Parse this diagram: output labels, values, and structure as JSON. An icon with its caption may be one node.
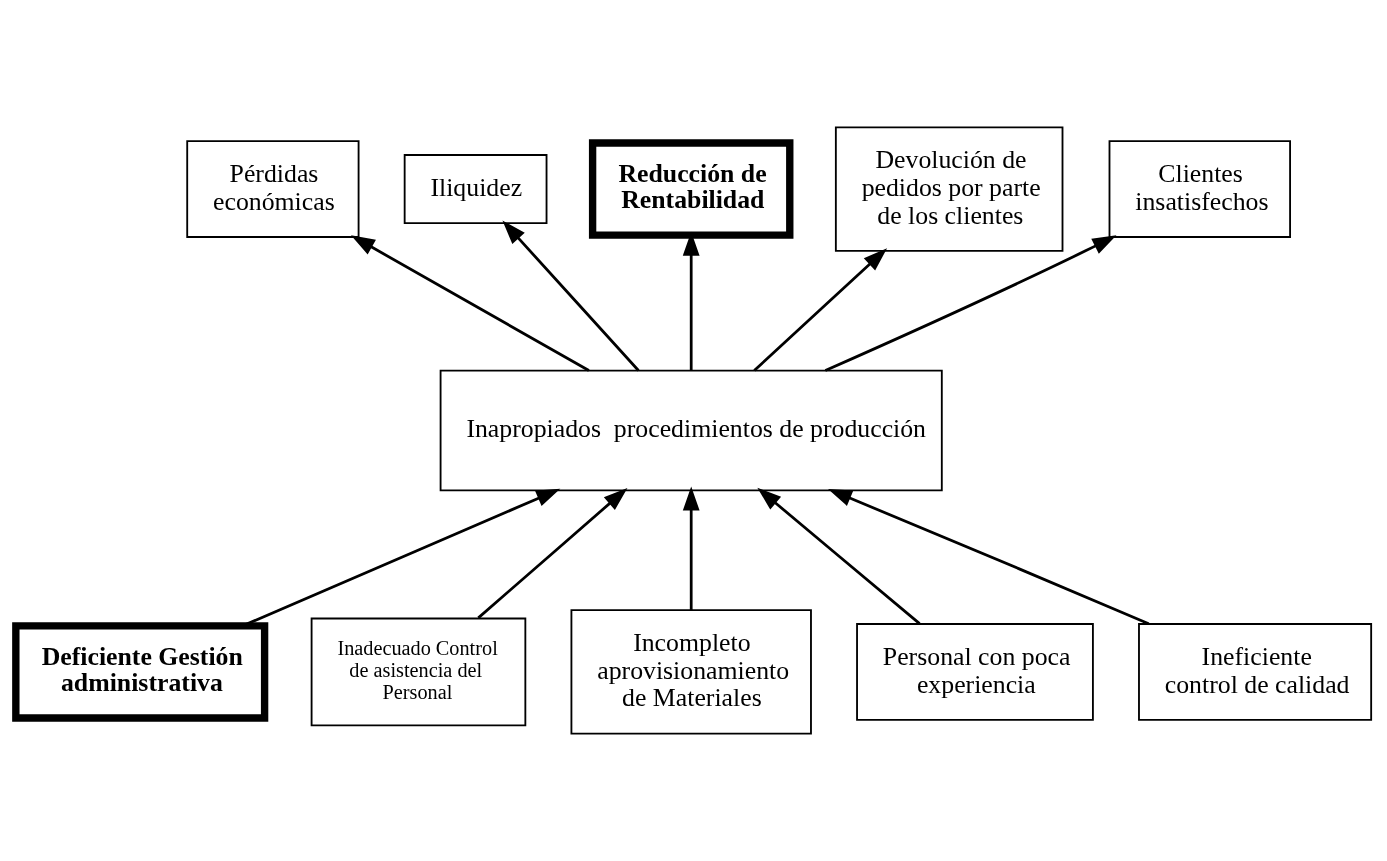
{
  "diagram": {
    "nodes": [
      {
        "text": [
          "Pérdidas económicas"
        ]
      },
      {
        "text": [
          "Iliquidez"
        ]
      },
      {
        "text": [
          "Reducción de Rentabilidad"
        ]
      },
      {
        "text": [
          "Devolución de pedidos por parte de los clientes"
        ]
      },
      {
        "text": [
          "Clientes insatisfechos"
        ]
      },
      {
        "text": [
          "Inapropiados  procedimientos de producción"
        ]
      },
      {
        "text": [
          "Deficiente Gestión administrativa"
        ]
      },
      {
        "text": [
          "Inadecuado Control de asistencia del Personal"
        ]
      },
      {
        "text": [
          "Incompleto aprovisionamiento de Materiales"
        ]
      },
      {
        "text": [
          "Personal con poca experiencia"
        ]
      },
      {
        "text": [
          "Ineficiente control de calidad"
        ]
      }
    ],
    "edges": [
      {
        "from": 5,
        "to": 3,
        "arrow": "to"
      },
      {
        "from": 5,
        "to": 0,
        "arrow": "to"
      },
      {
        "from": 5,
        "to": 1,
        "arrow": "to"
      },
      {
        "from": 5,
        "to": 2,
        "arrow": "to"
      },
      {
        "from": 5,
        "to": 4,
        "arrow": "to"
      },
      {
        "from": 6,
        "to": 5,
        "arrow": "to"
      },
      {
        "from": 7,
        "to": 5,
        "arrow": "to"
      },
      {
        "from": 8,
        "to": 5,
        "arrow": "to"
      },
      {
        "from": 9,
        "to": 5,
        "arrow": "to"
      },
      {
        "from": 10,
        "to": 5,
        "arrow": "to"
      }
    ]
  }
}
